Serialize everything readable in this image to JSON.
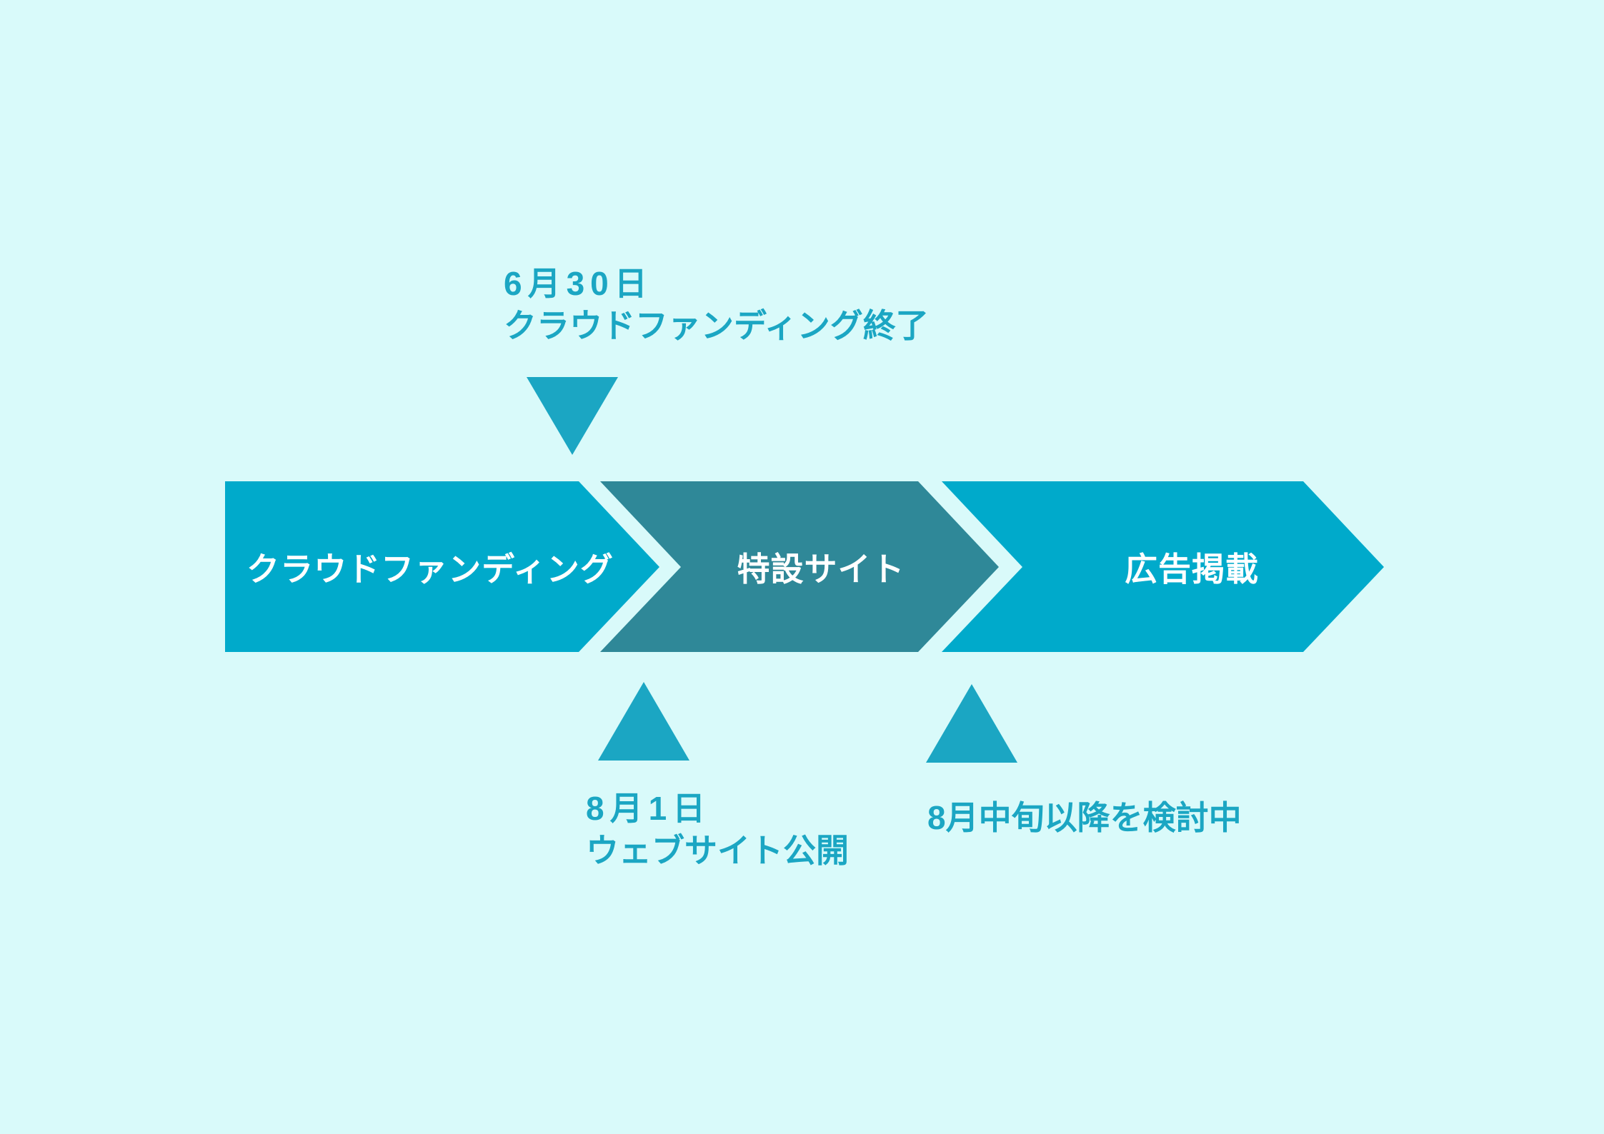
{
  "colors": {
    "background": "#D9FAFA",
    "arrow_primary": "#00AACB",
    "arrow_secondary": "#2F8898",
    "accent_text": "#1BA6C3",
    "arrow_label": "#FFFFFF"
  },
  "stages": [
    {
      "label": "クラウドファンディング"
    },
    {
      "label": "特設サイト"
    },
    {
      "label": "広告掲載"
    }
  ],
  "annotations": {
    "crowdfunding_end": {
      "date": "6月30日",
      "text": "クラウドファンディング終了"
    },
    "website_launch": {
      "date": "8月1日",
      "text": "ウェブサイト公開"
    },
    "ad_placement": {
      "text": "8月中旬以降を検討中"
    }
  }
}
